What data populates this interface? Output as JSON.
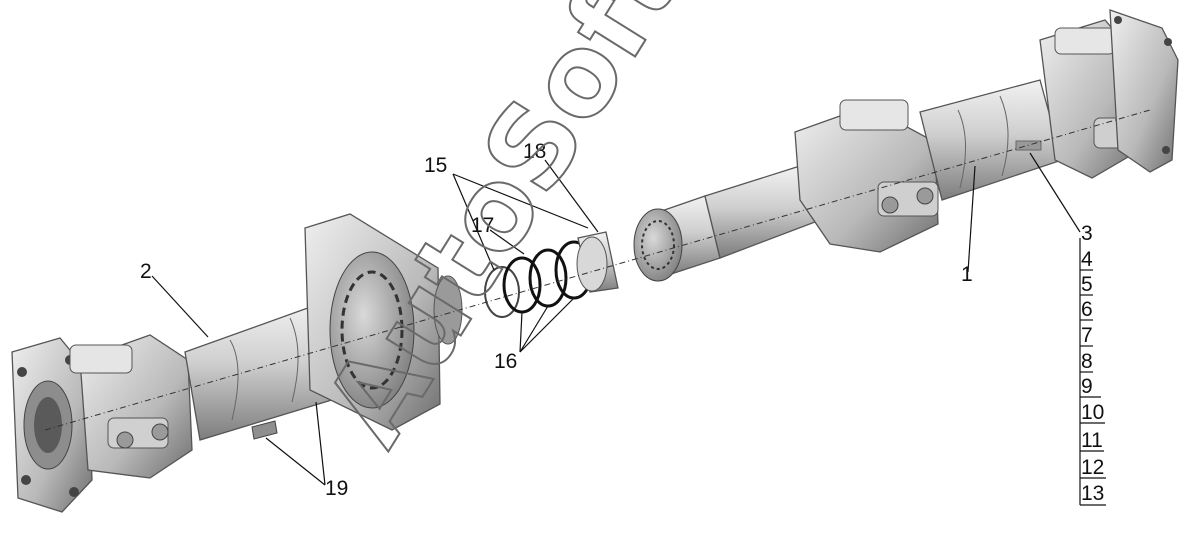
{
  "watermark": "AutoSoft",
  "callouts": {
    "l1": "1",
    "l2": "2",
    "l3": "3",
    "l4": "4",
    "l5": "5",
    "l6": "6",
    "l7": "7",
    "l8": "8",
    "l9": "9",
    "l10": "10",
    "l11": "11",
    "l12": "12",
    "l13": "13",
    "l15": "15",
    "l16": "16",
    "l17": "17",
    "l18": "18",
    "l19": "19"
  }
}
